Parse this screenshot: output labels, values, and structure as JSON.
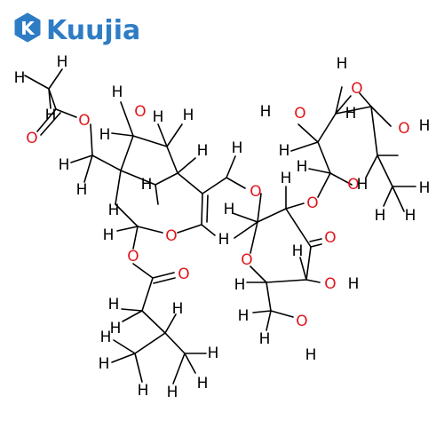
{
  "logo": {
    "text": "Kuujia",
    "mark_color": "#2e7cc4",
    "mark_letter": "K"
  },
  "atom_colors": {
    "H": "#000000",
    "O": "#e0161c",
    "bond": "#000000"
  },
  "labels": {
    "H": "H",
    "O": "O"
  }
}
